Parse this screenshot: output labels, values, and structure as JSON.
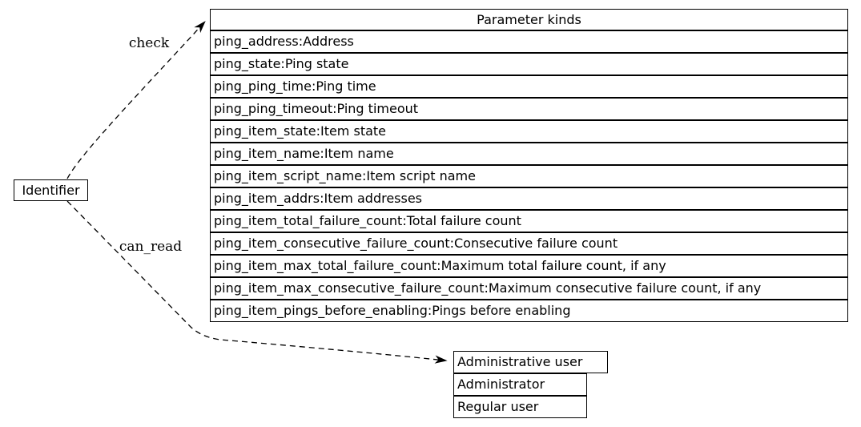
{
  "nodes": {
    "identifier": {
      "label": "Identifier"
    },
    "parameter_kinds": {
      "title": "Parameter kinds",
      "rows": [
        "ping_address:Address",
        "ping_state:Ping state",
        "ping_ping_time:Ping time",
        "ping_ping_timeout:Ping timeout",
        "ping_item_state:Item state",
        "ping_item_name:Item name",
        "ping_item_script_name:Item script name",
        "ping_item_addrs:Item addresses",
        "ping_item_total_failure_count:Total failure count",
        "ping_item_consecutive_failure_count:Consecutive failure count",
        "ping_item_max_total_failure_count:Maximum total failure count, if any",
        "ping_item_max_consecutive_failure_count:Maximum consecutive failure count, if any",
        "ping_item_pings_before_enabling:Pings before enabling"
      ]
    },
    "administrative_user": {
      "title": "Administrative user",
      "rows": [
        "Administrator",
        "Regular user"
      ]
    }
  },
  "edges": {
    "check": {
      "label": "check",
      "from": "Identifier",
      "to": "Parameter kinds"
    },
    "can_read": {
      "label": "can_read",
      "from": "Identifier",
      "to": "Administrative user"
    }
  },
  "colors": {
    "line": "#000000",
    "text": "#000000",
    "background": "#ffffff"
  }
}
